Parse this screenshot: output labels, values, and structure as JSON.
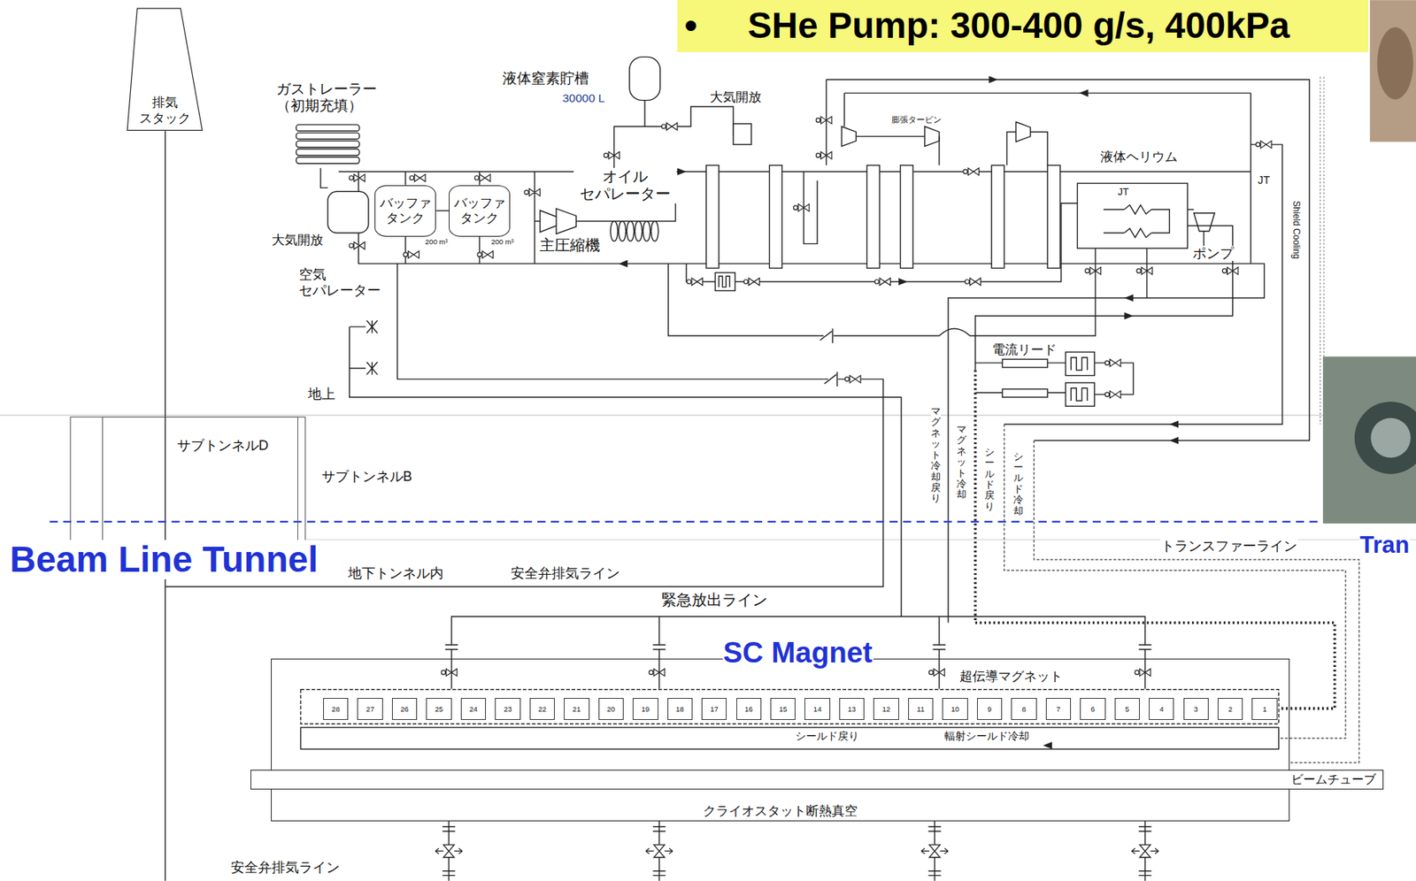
{
  "diagram": {
    "nodes": [
      {
        "text": [
          "•",
          "SHe Pump: 300-400 g/s, 400kPa"
        ]
      },
      {
        "text": [
          "排気 スタック"
        ]
      },
      {
        "text": [
          "バッファ タンク"
        ]
      },
      {
        "text": [
          "バッファ タンク"
        ]
      },
      {
        "text": [
          "サブトンネルD"
        ]
      },
      {
        "text": [
          "クライオスタット断熱真空"
        ]
      },
      {
        "text": [
          "28"
        ],
        "in": 5
      },
      {
        "text": [
          "27"
        ],
        "in": 5
      },
      {
        "text": [
          "26"
        ],
        "in": 5
      },
      {
        "text": [
          "25"
        ],
        "in": 5
      },
      {
        "text": [
          "24"
        ],
        "in": 5
      },
      {
        "text": [
          "23"
        ],
        "in": 5
      },
      {
        "text": [
          "22"
        ],
        "in": 5
      },
      {
        "text": [
          "21"
        ],
        "in": 5
      },
      {
        "text": [
          "20"
        ],
        "in": 5
      },
      {
        "text": [
          "19"
        ],
        "in": 5
      },
      {
        "text": [
          "18"
        ],
        "in": 5
      },
      {
        "text": [
          "17"
        ],
        "in": 5
      },
      {
        "text": [
          "16"
        ],
        "in": 5
      },
      {
        "text": [
          "15"
        ],
        "in": 5
      },
      {
        "text": [
          "14"
        ],
        "in": 5
      },
      {
        "text": [
          "13"
        ],
        "in": 5
      },
      {
        "text": [
          "12"
        ],
        "in": 5
      },
      {
        "text": [
          "11"
        ],
        "in": 5
      },
      {
        "text": [
          "10"
        ],
        "in": 5
      },
      {
        "text": [
          "9"
        ],
        "in": 5
      },
      {
        "text": [
          "8"
        ],
        "in": 5
      },
      {
        "text": [
          "7"
        ],
        "in": 5
      },
      {
        "text": [
          "6"
        ],
        "in": 5
      },
      {
        "text": [
          "5"
        ],
        "in": 5
      },
      {
        "text": [
          "4"
        ],
        "in": 5
      },
      {
        "text": [
          "3"
        ],
        "in": 5
      },
      {
        "text": [
          "2"
        ],
        "in": 5
      },
      {
        "text": [
          "1"
        ],
        "in": 5
      },
      {
        "text": [
          "ビームチューブ"
        ]
      }
    ],
    "edges": [
      {
        "from": 2,
        "to": 3,
        "arrow": "none"
      }
    ],
    "labels": [
      "ガストレーラー （初期充填）",
      "液体窒素貯槽",
      "30000 L",
      "大気開放",
      "膨張タービン",
      "オイル セパレーター",
      "200 m³",
      "200 m³",
      "主圧縮機",
      "大気開放",
      "液体ヘリウム",
      "JT",
      "JT",
      "ポンプ",
      "Shield Cooling",
      "空気 セパレーター",
      "地上",
      "電流リード",
      "マグネット冷却戻り",
      "マグネット冷却",
      "シールド戻り",
      "シールド冷却",
      "サブトンネルB",
      "Beam Line Tunnel",
      "地下トンネル内",
      "安全弁排気ライン",
      "緊急放出ライン",
      "SC Magnet",
      "超伝導マグネット",
      "シールド戻り",
      "輻射シールド冷却",
      "トランスファーライン",
      "安全弁排気ライン",
      "Tran"
    ]
  }
}
